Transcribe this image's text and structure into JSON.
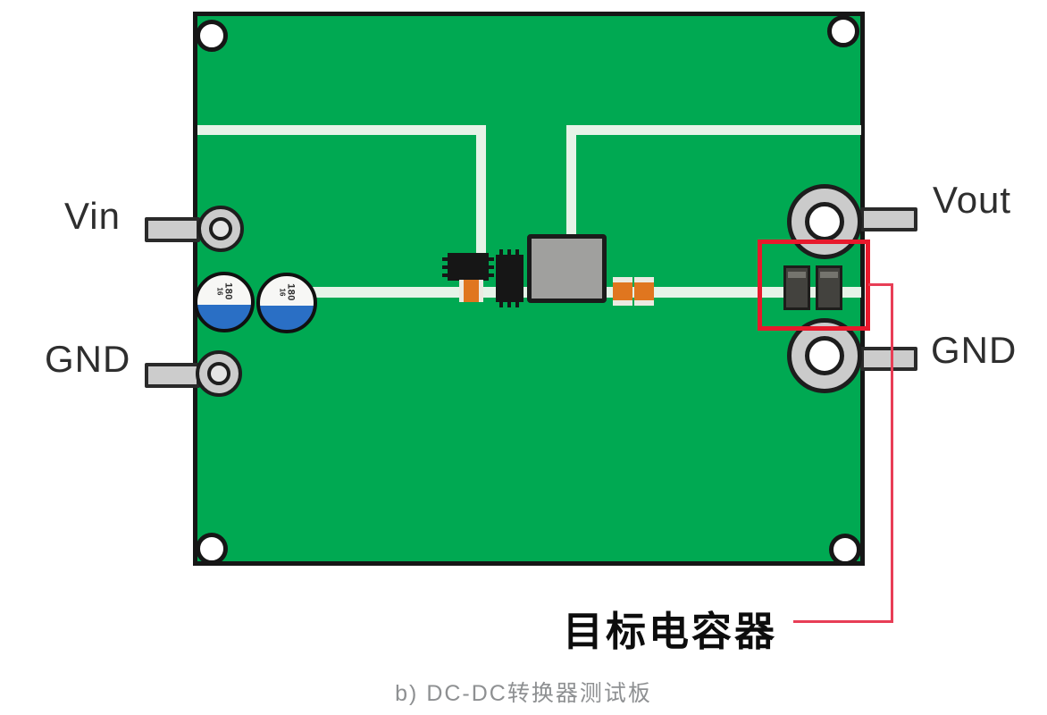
{
  "figure": {
    "caption": "b) DC-DC转换器测试板"
  },
  "labels": {
    "vin": "Vin",
    "gnd_left": "GND",
    "vout": "Vout",
    "gnd_right": "GND"
  },
  "annotation": {
    "target_label": "目标电容器"
  },
  "components": {
    "ecap1": {
      "line1": "180",
      "line2": "16"
    },
    "ecap2": {
      "line1": "180",
      "line2": "16"
    }
  },
  "colors": {
    "board_green": "#00a952",
    "trace": "#e6f3e8",
    "highlight_red": "#e8192c",
    "annotation_line_red": "#e83e56",
    "ecap_blue": "#2a6fc5",
    "smd_orange": "#e0761f",
    "terminal_gray": "#cccccc"
  }
}
